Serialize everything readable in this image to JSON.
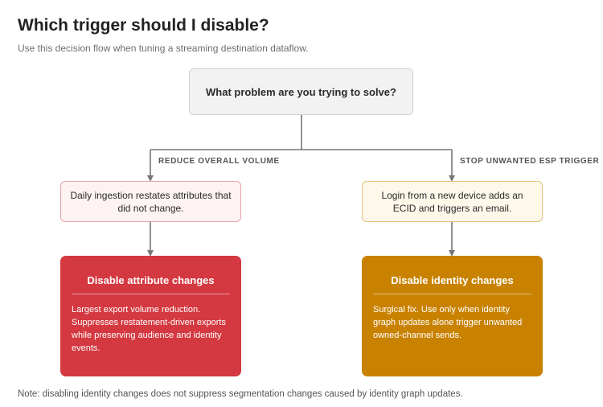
{
  "header": {
    "title": "Which trigger should I disable?",
    "subtitle": "Use this decision flow when tuning a streaming destination dataflow."
  },
  "root": {
    "question": "What problem are you trying to solve?"
  },
  "branches": [
    {
      "label": "REDUCE OVERALL VOLUME",
      "condition": "Daily ingestion restates attributes that did not change.",
      "result_title": "Disable attribute changes",
      "result_body": "Largest export volume reduction. Suppresses restatement-driven exports while preserving audience and identity events."
    },
    {
      "label": "STOP UNWANTED ESP TRIGGER",
      "condition": "Login from a new device adds an ECID and triggers an email.",
      "result_title": "Disable identity changes",
      "result_body": "Surgical fix. Use only when identity graph updates alone trigger unwanted owned-channel sends."
    }
  ],
  "footer": {
    "note": "Note: disabling identity changes does not suppress segmentation changes caused by identity graph updates."
  },
  "colors": {
    "root_fill": "#f2f2f2",
    "connector": "#777777",
    "left_condition_fill": "#fdf3f3",
    "left_condition_border": "#e5a4a8",
    "left_result_fill": "#d43840",
    "right_condition_fill": "#fdf8ea",
    "right_condition_border": "#e3c47a",
    "right_result_fill": "#c98200"
  }
}
